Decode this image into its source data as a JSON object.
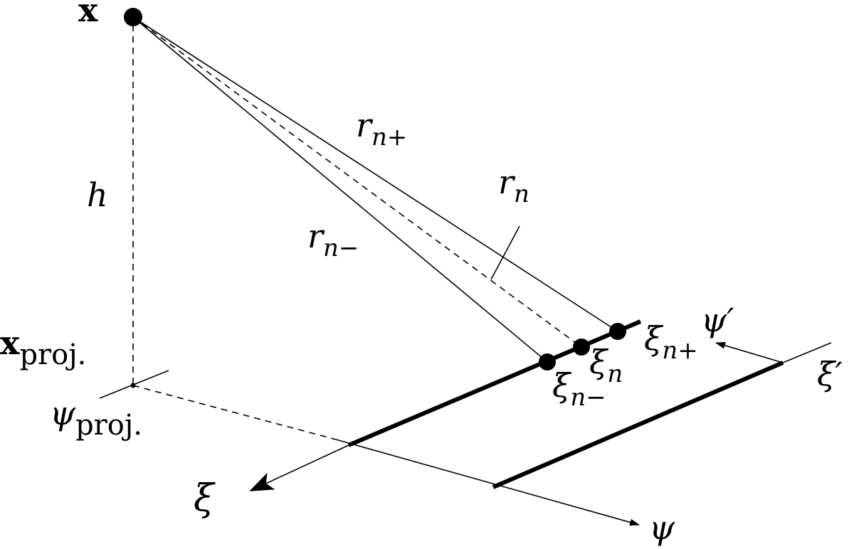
{
  "labels": {
    "x_symbol": "x",
    "x_proj_base": "x",
    "x_proj_sub": "proj.",
    "psi_proj_base": "ψ",
    "psi_proj_sub": "proj.",
    "h": "h",
    "r_n_plus_base": "r",
    "r_n_plus_sub": "n+",
    "r_n_minus_base": "r",
    "r_n_minus_sub": "n−",
    "r_n_base": "r",
    "r_n_sub": "n",
    "xi_n_plus_base": "ξ",
    "xi_n_plus_sub": "n+",
    "xi_n_base": "ξ",
    "xi_n_sub": "n",
    "xi_n_minus_base": "ξ",
    "xi_n_minus_sub": "n−",
    "psi_prime": "ψ′",
    "xi_prime": "ξ′",
    "xi_axis": "ξ",
    "psi_axis": "ψ"
  }
}
